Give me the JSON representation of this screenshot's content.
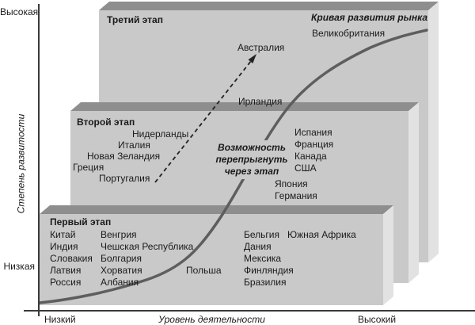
{
  "axis": {
    "y_title": "Степень развитости",
    "y_high": "Высокая",
    "y_low": "Низкая",
    "x_low": "Низкий",
    "x_title": "Уровень деятельности",
    "x_high": "Высокий"
  },
  "stage3": {
    "title": "Третий этап",
    "curve_label": "Кривая развития рынка",
    "countries": {
      "uk": "Великобритания",
      "australia": "Австралия",
      "ireland": "Ирландия"
    }
  },
  "stage2": {
    "title": "Второй этап",
    "note": "Возможность\nперепрыгнуть\nчерез этап",
    "left": {
      "netherlands": "Нидерланды",
      "italy": "Италия",
      "new_zealand": "Новая Зеландия",
      "greece": "Греция",
      "portugal": "Португалия"
    },
    "right": {
      "spain": "Испания",
      "france": "Франция",
      "canada": "Канада",
      "usa": "США",
      "japan": "Япония",
      "germany": "Германия"
    }
  },
  "stage1": {
    "title": "Первый этап",
    "col1": [
      "Китай",
      "Индия",
      "Словакия",
      "Латвия",
      "Россия"
    ],
    "col2": [
      "Венгрия",
      "Чешская Республика",
      "Болгария",
      "Хорватия",
      "Албания"
    ],
    "col3": [
      "Бельгия",
      "Дания",
      "Мексика",
      "Финляндия",
      "Бразилия"
    ],
    "extra": {
      "poland": "Польша",
      "south_africa": "Южная Африка"
    }
  },
  "colors": {
    "panel_face": "#c9c9c9",
    "panel_top_bevel": "#8e8e8e",
    "panel_side_bevel": "#e2e2e2",
    "curve": "#5e5e5e",
    "arrow": "#222222",
    "axis": "#3a3a3a"
  }
}
